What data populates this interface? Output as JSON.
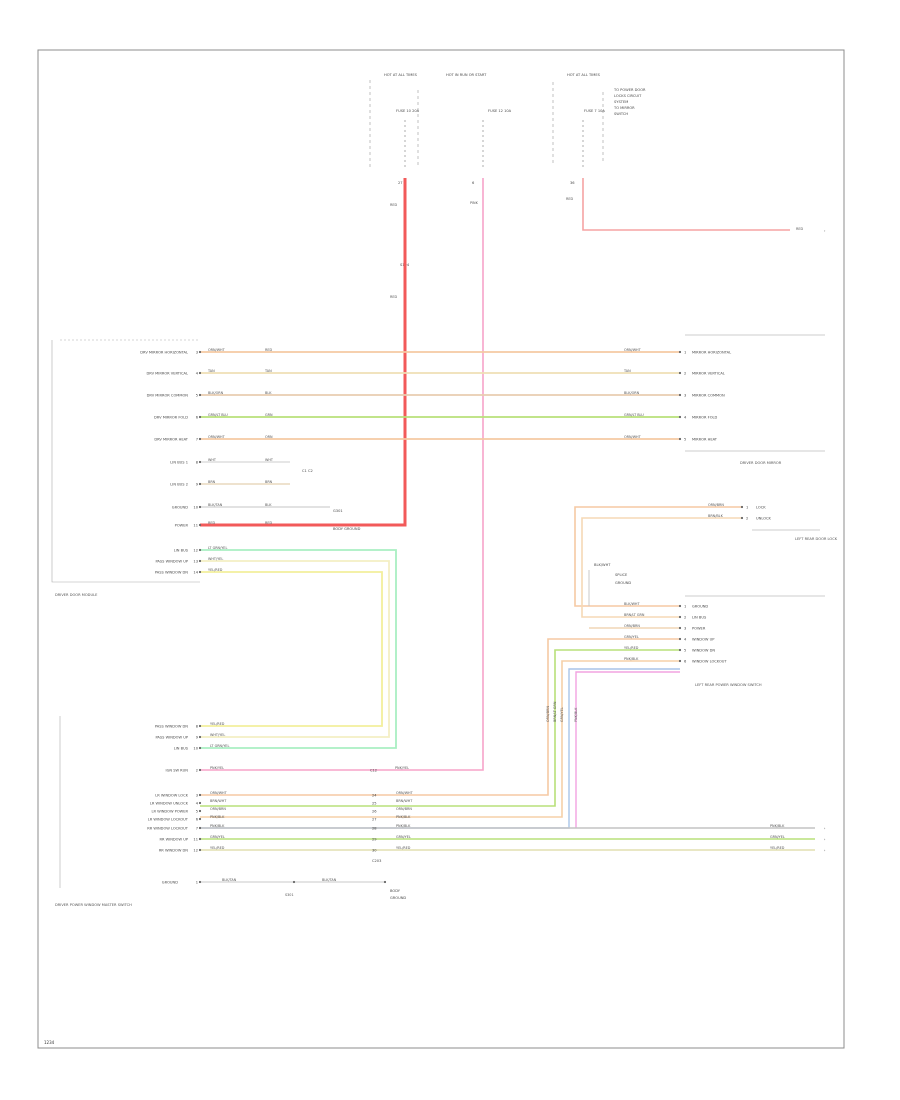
{
  "colors": {
    "red": "#f25a5a",
    "pink": "#f7a3c9",
    "orange": "#f5c9a3",
    "green": "#b8e07a",
    "yellow": "#f3ef9c",
    "mint": "#a9efc2",
    "blue": "#a9c4e8",
    "gray": "#bdbdbd",
    "frame": "#8c8c8c",
    "text": "#4a4a4a"
  },
  "figure": {
    "footer_code": "1234"
  },
  "top_sources": [
    {
      "heading": "HOT AT ALL TIMES",
      "fuse": "FUSE 10 20A",
      "wire": "RED",
      "pin": "27"
    },
    {
      "heading": "HOT IN RUN OR START",
      "fuse": "FUSE 12 10A",
      "wire": "PINK",
      "pin": "6"
    },
    {
      "heading": "HOT AT ALL TIMES",
      "fuse": "FUSE 7 10A",
      "wire": "RED",
      "pin": "36"
    }
  ],
  "top_notes": [
    "TO POWER DOOR",
    "LOCKS CIRCUIT",
    "SYSTEM",
    "TO MIRROR",
    "SWITCH"
  ],
  "splice": {
    "label": "S104"
  },
  "red_lower": "RED",
  "left_module": {
    "caption": "DRIVER DOOR MODULE",
    "rows": [
      {
        "label": "DRV MIRROR HORIZONTAL",
        "pin": "3",
        "wire": "ORN/WHT"
      },
      {
        "label": "DRV MIRROR VERTICAL",
        "pin": "4",
        "wire": "TAN"
      },
      {
        "label": "DRV MIRROR COMMON",
        "pin": "5",
        "wire": "BLK/ORN"
      },
      {
        "label": "DRV MIRROR FOLD",
        "pin": "6",
        "wire": "GRN/LT BLU"
      },
      {
        "label": "DRV MIRROR HEAT",
        "pin": "7",
        "wire": "ORN/WHT"
      },
      {
        "label": "LIN BUS 1",
        "pin": "8",
        "wire": "WHT"
      },
      {
        "label": "LIN BUS 2",
        "pin": "9",
        "wire": "BRN"
      },
      {
        "label": "GROUND",
        "pin": "10",
        "wire": "BLK/TAN"
      },
      {
        "label": "POWER",
        "pin": "11",
        "wire": "RED"
      }
    ],
    "bottom_rows": [
      {
        "label": "LIN BUS",
        "pin": "12",
        "wire": "LT GRN/YEL"
      },
      {
        "label": "PASS WINDOW UP",
        "pin": "13",
        "wire": "WHT/YEL"
      },
      {
        "label": "PASS WINDOW DN",
        "pin": "14",
        "wire": "YEL/RED"
      }
    ],
    "conn_note": "C1 C2",
    "ground_label": "G301",
    "ground_note": "BODY GROUND"
  },
  "left_wire_tags": [
    "RED",
    "TAN",
    "BLK",
    "GRN",
    "ORN",
    "WHT",
    "BRN",
    "BLK",
    "RED"
  ],
  "right_mirror": {
    "caption": "DRIVER DOOR MIRROR",
    "rows": [
      {
        "label": "MIRROR HORIZONTAL",
        "pin": "1",
        "wire": "ORN/WHT"
      },
      {
        "label": "MIRROR VERTICAL",
        "pin": "2",
        "wire": "TAN"
      },
      {
        "label": "MIRROR COMMON",
        "pin": "3",
        "wire": "BLK/ORN"
      },
      {
        "label": "MIRROR FOLD",
        "pin": "4",
        "wire": "GRN/LT BLU"
      },
      {
        "label": "MIRROR HEAT",
        "pin": "5",
        "wire": "ORN/WHT"
      }
    ]
  },
  "right_door": {
    "caption": "LEFT REAR DOOR LOCK",
    "rows": [
      {
        "label": "LOCK",
        "pin": "1",
        "wire": "ORN/BRN"
      },
      {
        "label": "UNLOCK",
        "pin": "2",
        "wire": "BRN/BLK"
      }
    ]
  },
  "right_ground": {
    "label": "BLK/WHT",
    "note": "SPLICE",
    "sub": "GROUND"
  },
  "right_switch": {
    "caption": "LEFT REAR POWER WINDOW SWITCH",
    "rows": [
      {
        "label": "GROUND",
        "pin": "1",
        "wire": "BLK/WHT"
      },
      {
        "label": "LIN BUS",
        "pin": "2",
        "wire": "BRN/LT GRN"
      },
      {
        "label": "POWER",
        "pin": "3",
        "wire": "ORN/BRN"
      },
      {
        "label": "WINDOW UP",
        "pin": "4",
        "wire": "GRN/YEL"
      },
      {
        "label": "WINDOW DN",
        "pin": "5",
        "wire": "YEL/RED"
      },
      {
        "label": "WINDOW LOCKOUT",
        "pin": "6",
        "wire": "PNK/BLK"
      }
    ]
  },
  "vertical_tags": [
    "ORN/BRN",
    "BRN/LT GRN",
    "GRN/YEL",
    "PNK/BLK"
  ],
  "lower_module": {
    "caption": "DRIVER POWER WINDOW MASTER SWITCH",
    "top_rows": [
      {
        "label": "PASS WINDOW DN",
        "pin": "8",
        "wire": "YEL/RED"
      },
      {
        "label": "PASS WINDOW UP",
        "pin": "9",
        "wire": "WHT/YEL"
      },
      {
        "label": "LIN BUS",
        "pin": "10",
        "wire": "LT GRN/YEL"
      }
    ],
    "mid_row": {
      "label": "IGN SW RUN",
      "pin": "2",
      "wire": "PNK/YEL",
      "splice_pin": "C12",
      "far_wire": "PNK/YEL"
    },
    "rows": [
      {
        "label": "LR WINDOW LOCK",
        "pin": "3",
        "wire": "ORN/WHT",
        "cpin": "24",
        "cwire": "ORN/WHT"
      },
      {
        "label": "LR WINDOW UNLOCK",
        "pin": "4",
        "wire": "BRN/WHT",
        "cpin": "25",
        "cwire": "BRN/WHT"
      },
      {
        "label": "LR WINDOW POWER",
        "pin": "5",
        "wire": "ORN/BRN",
        "cpin": "26",
        "cwire": "ORN/BRN"
      },
      {
        "label": "LR WINDOW LOCKOUT",
        "pin": "6",
        "wire": "PNK/BLK",
        "cpin": "27",
        "cwire": "PNK/BLK"
      },
      {
        "label": "RR WINDOW LOCKOUT",
        "pin": "7",
        "wire": "PNK/BLK",
        "cpin": "28",
        "cwire": "PNK/BLK",
        "far_wire": "PNK/BLK"
      },
      {
        "label": "RR WINDOW UP",
        "pin": "11",
        "wire": "GRN/YEL",
        "cpin": "29",
        "cwire": "GRN/YEL",
        "far_wire": "GRN/YEL"
      },
      {
        "label": "RR WINDOW DN",
        "pin": "12",
        "wire": "YEL/RED",
        "cpin": "30",
        "cwire": "YEL/RED",
        "far_wire": "YEL/RED"
      }
    ],
    "conn_label": "C203",
    "ground": {
      "label": "GROUND",
      "pin": "1",
      "wire": "BLK/TAN",
      "mid": "BLK/TAN",
      "splice": "S301",
      "note": "BODY",
      "sub": "GROUND"
    }
  }
}
